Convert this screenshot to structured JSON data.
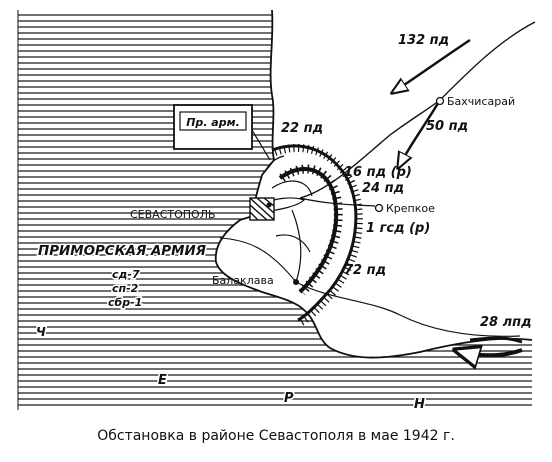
{
  "map": {
    "labels": {
      "army_box": "Пр. арм.",
      "sevastopol": "СЕВАСТОПОЛЬ",
      "balaklava": "Балаклава",
      "bakhchisaray": "Бахчисарай",
      "krepkoe": "Крепкое",
      "primorskaya": "ПРИМОРСКАЯ АРМИЯ",
      "u132": "132 пд",
      "u50": "50 пд",
      "u22": "22 пд",
      "u16": "16 пд (р)",
      "u24": "24 пд",
      "u1gsd": "1 гсд (р)",
      "u72": "72 пд",
      "u28": "28 лпд",
      "sd7": "сд-7",
      "sp2": "сп-2",
      "sbr1": "сбр-1",
      "sea_ch": "Ч",
      "sea_e": "Е",
      "sea_r": "Р",
      "sea_n": "Н"
    }
  },
  "caption": "Обстановка в районе Севастополя в мае 1942 г."
}
